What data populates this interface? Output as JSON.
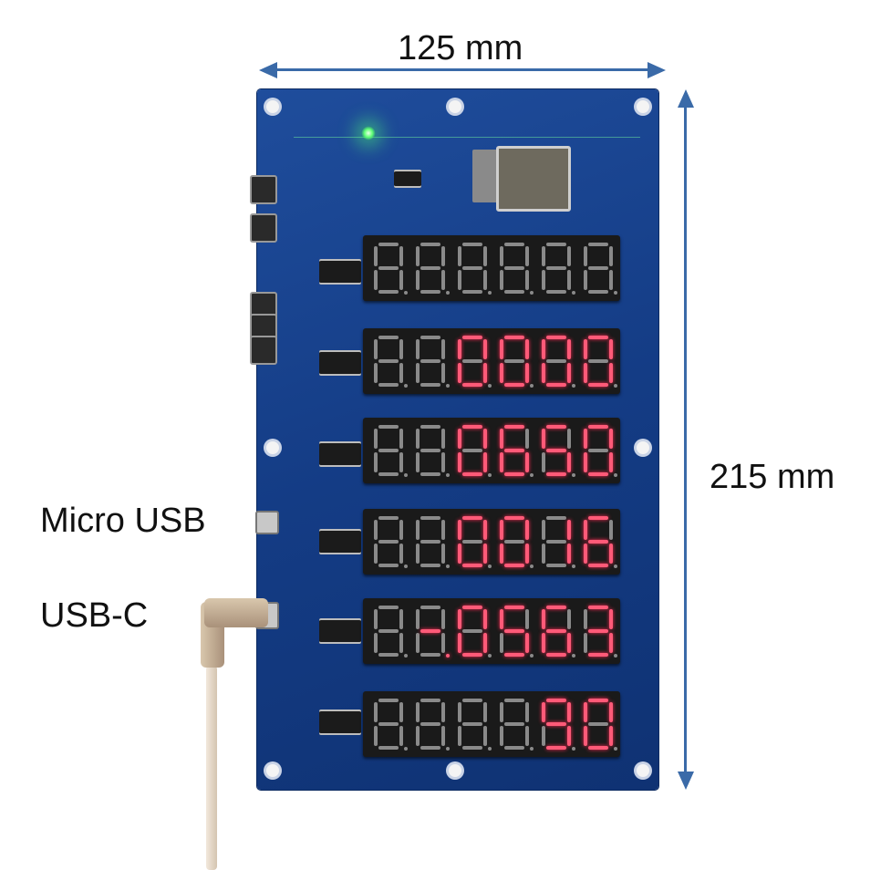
{
  "labels": {
    "width": "125 mm",
    "height": "215 mm",
    "micro_usb": "Micro USB",
    "usb_c": "USB-C"
  },
  "colors": {
    "pcb": "#143c85",
    "segment_on": "#ff5a78",
    "segment_off": "#8a8a8a",
    "arrow": "#3a6aa8"
  },
  "displays": [
    {
      "digits": [
        "8",
        "8",
        "8",
        "8",
        "8",
        "8"
      ],
      "lit": [
        false,
        false,
        false,
        false,
        false,
        false
      ]
    },
    {
      "digits": [
        "8",
        "8",
        "0",
        "0",
        "0",
        "0"
      ],
      "lit": [
        false,
        false,
        true,
        true,
        true,
        true
      ]
    },
    {
      "digits": [
        "8",
        "8",
        "0",
        "6",
        "5",
        "0"
      ],
      "lit": [
        false,
        false,
        true,
        true,
        true,
        true
      ]
    },
    {
      "digits": [
        "8",
        "8",
        "0",
        "0",
        "1",
        "6"
      ],
      "lit": [
        false,
        false,
        true,
        true,
        true,
        true
      ]
    },
    {
      "digits": [
        "8",
        "-",
        "0",
        "5",
        "6",
        "3"
      ],
      "lit": [
        false,
        true,
        true,
        true,
        true,
        true
      ]
    },
    {
      "digits": [
        "8",
        "8",
        "8",
        "8",
        "9",
        "0"
      ],
      "lit": [
        false,
        false,
        false,
        false,
        true,
        true
      ]
    }
  ]
}
